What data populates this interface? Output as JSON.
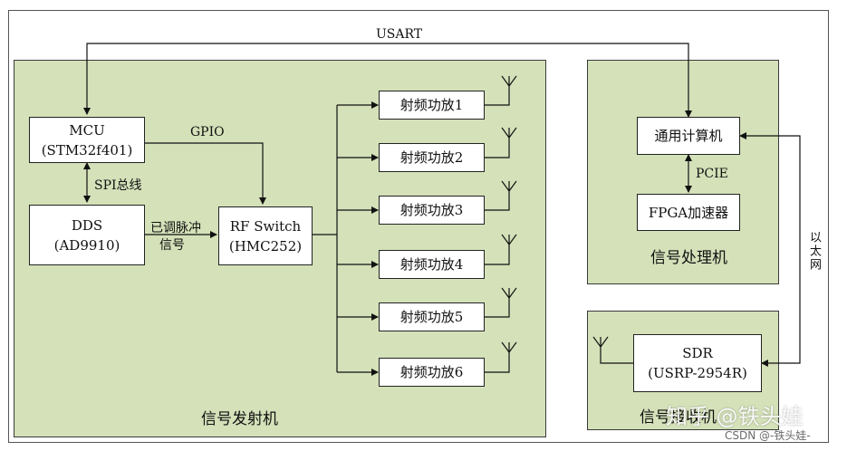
{
  "regions": {
    "transmitter": "信号发射机",
    "processor": "信号处理机",
    "receiver": "信号接收机"
  },
  "blocks": {
    "mcu": {
      "line1": "MCU",
      "line2": "(STM32f401)"
    },
    "dds": {
      "line1": "DDS",
      "line2": "(AD9910)"
    },
    "rf_switch": {
      "line1": "RF Switch",
      "line2": "(HMC252)"
    },
    "amplifiers": [
      "射频功放1",
      "射频功放2",
      "射频功放3",
      "射频功放4",
      "射频功放5",
      "射频功放6"
    ],
    "computer": "通用计算机",
    "fpga": "FPGA加速器",
    "sdr": {
      "line1": "SDR",
      "line2": "(USRP-2954R)"
    }
  },
  "links": {
    "usart": "USART",
    "gpio": "GPIO",
    "spi": "SPI总线",
    "pulse_line1": "已调脉冲",
    "pulse_line2": "信号",
    "pcie": "PCIE",
    "ethernet": "以太网"
  },
  "watermark": {
    "main": "知乎 @铁头娃",
    "sub": "CSDN @-铁头娃-"
  }
}
